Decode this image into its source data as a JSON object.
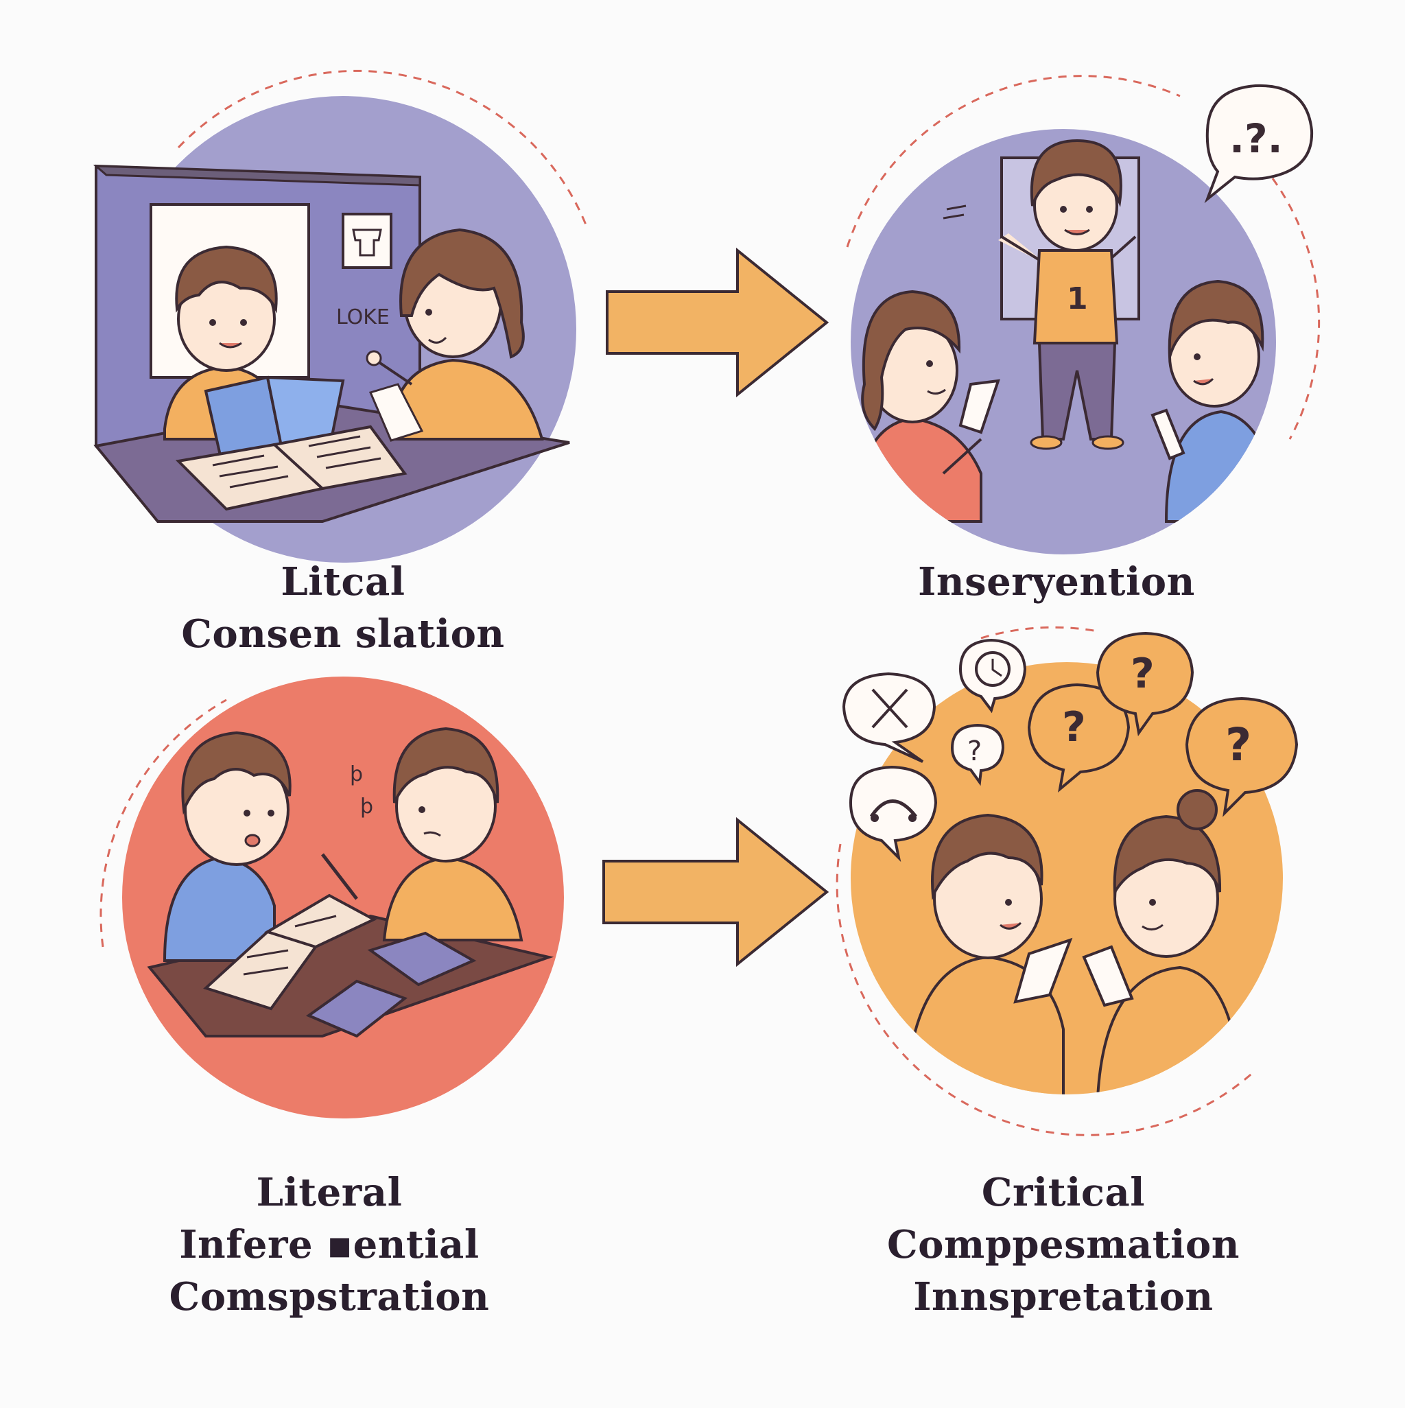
{
  "colors": {
    "purple": "#a39fcd",
    "red": "#ec7c69",
    "orange": "#f3b060",
    "arrow": "#f2b364",
    "ink": "#3b2a33",
    "dashed_ring": "#d9685c",
    "blue_shirt": "#7e9fe0",
    "hair": "#8a5a44",
    "skin": "#fde7d6"
  },
  "panels": {
    "top_left": {
      "caption": [
        "Litcal",
        "Consen slation"
      ],
      "wall_sign": "LOKE"
    },
    "top_right": {
      "caption": [
        "Inseryention"
      ],
      "shirt_number": "1",
      "bubble_text": ".?."
    },
    "bottom_left": {
      "caption": [
        "Literal",
        "Infere ▪ential",
        "Comspstration"
      ]
    },
    "bottom_right": {
      "caption": [
        "Critical",
        "Comppesmation",
        "Innspretation"
      ],
      "bubble_marks": [
        "?",
        "?",
        "?",
        "?"
      ]
    }
  },
  "icons": [
    "right-arrow-icon",
    "question-bubble-icon",
    "clock-icon",
    "cross-icon",
    "book-icon",
    "smartphone-icon"
  ]
}
